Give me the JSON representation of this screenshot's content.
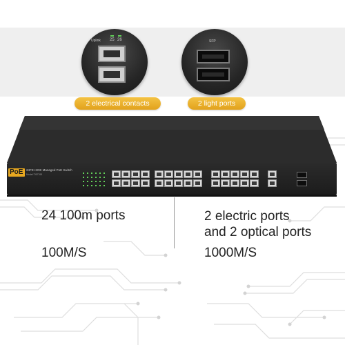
{
  "callouts": {
    "left": "2 electrical contacts",
    "right": "2 light ports"
  },
  "zoom_left": {
    "uplink_label": "Uplink",
    "port_numbers": [
      "25",
      "26"
    ]
  },
  "zoom_right": {
    "sfp_label": "SFP"
  },
  "switch": {
    "brand": "PoE",
    "product": "24FE+2GE Managed PoE Switch",
    "model": "Model:TXE765"
  },
  "left_spec": {
    "title": "24 100m ports",
    "speed": "100M/S"
  },
  "right_spec": {
    "line1": "2 electric ports",
    "line2": "and 2 optical ports",
    "speed": "1000M/S"
  },
  "colors": {
    "accent": "#e8a820",
    "device": "#1f1f1f",
    "text": "#222222"
  }
}
